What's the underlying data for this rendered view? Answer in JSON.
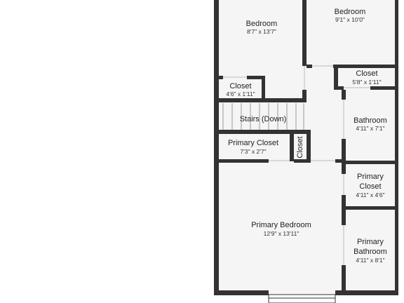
{
  "plan": {
    "wall_color": "#333333",
    "floor_color": "#f5f5f5",
    "background_color": "#ffffff",
    "stair_line_color": "#999999"
  },
  "rooms": {
    "bedroom_1": {
      "name": "Bedroom",
      "dims": "8'7\" x 13'7\""
    },
    "bedroom_2": {
      "name": "Bedroom",
      "dims": "9'1\" x 10'0\""
    },
    "closet_1": {
      "name": "Closet",
      "dims": "4'6\" x 1'11\""
    },
    "closet_2": {
      "name": "Closet",
      "dims": "5'8\" x 1'11\""
    },
    "stairs": {
      "name": "Stairs (Down)"
    },
    "bathroom": {
      "name": "Bathroom",
      "dims": "4'11\" x 7'1\""
    },
    "primary_closet_1": {
      "name": "Primary Closet",
      "dims": "7'3\" x 2'7\""
    },
    "closet_small": {
      "name": "Closet"
    },
    "primary_closet_2": {
      "name_line1": "Primary",
      "name_line2": "Closet",
      "dims": "4'11\" x 4'6\""
    },
    "primary_bedroom": {
      "name": "Primary Bedroom",
      "dims": "12'9\" x 13'11\""
    },
    "primary_bathroom": {
      "name_line1": "Primary",
      "name_line2": "Bathroom",
      "dims": "4'11\" x 8'1\""
    }
  }
}
